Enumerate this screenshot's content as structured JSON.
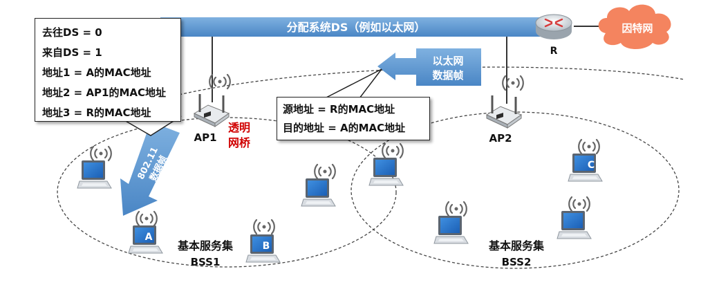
{
  "ds_bar": {
    "label": "分配系统DS（例如以太网）"
  },
  "internet": {
    "label": "因特网"
  },
  "router": {
    "label": "R"
  },
  "ethernet_frame": {
    "line1": "以太网",
    "line2": "数据帧"
  },
  "wifi_frame": {
    "line1": "802.11",
    "line2": "数据帧"
  },
  "ap1": {
    "label": "AP1",
    "bridge_line1": "透明",
    "bridge_line2": "网桥"
  },
  "ap2": {
    "label": "AP2"
  },
  "left_callout": {
    "lines": [
      "去往DS = 0",
      "来自DS = 1",
      "地址1 = A的MAC地址",
      "地址2 = AP1的MAC地址",
      "地址3 = R的MAC地址"
    ]
  },
  "mid_callout": {
    "lines": [
      "源地址 = R的MAC地址",
      "目的地址 = A的MAC地址"
    ]
  },
  "bss1": {
    "title": "基本服务集",
    "id": "BSS1"
  },
  "bss2": {
    "title": "基本服务集",
    "id": "BSS2"
  },
  "stations": {
    "a": "A",
    "b": "B",
    "c": "C"
  },
  "colors": {
    "bar_blue": "#5b9bd5",
    "internet_orange": "#f4845f",
    "bridge_red": "#d00000",
    "ap_icon": "router"
  }
}
